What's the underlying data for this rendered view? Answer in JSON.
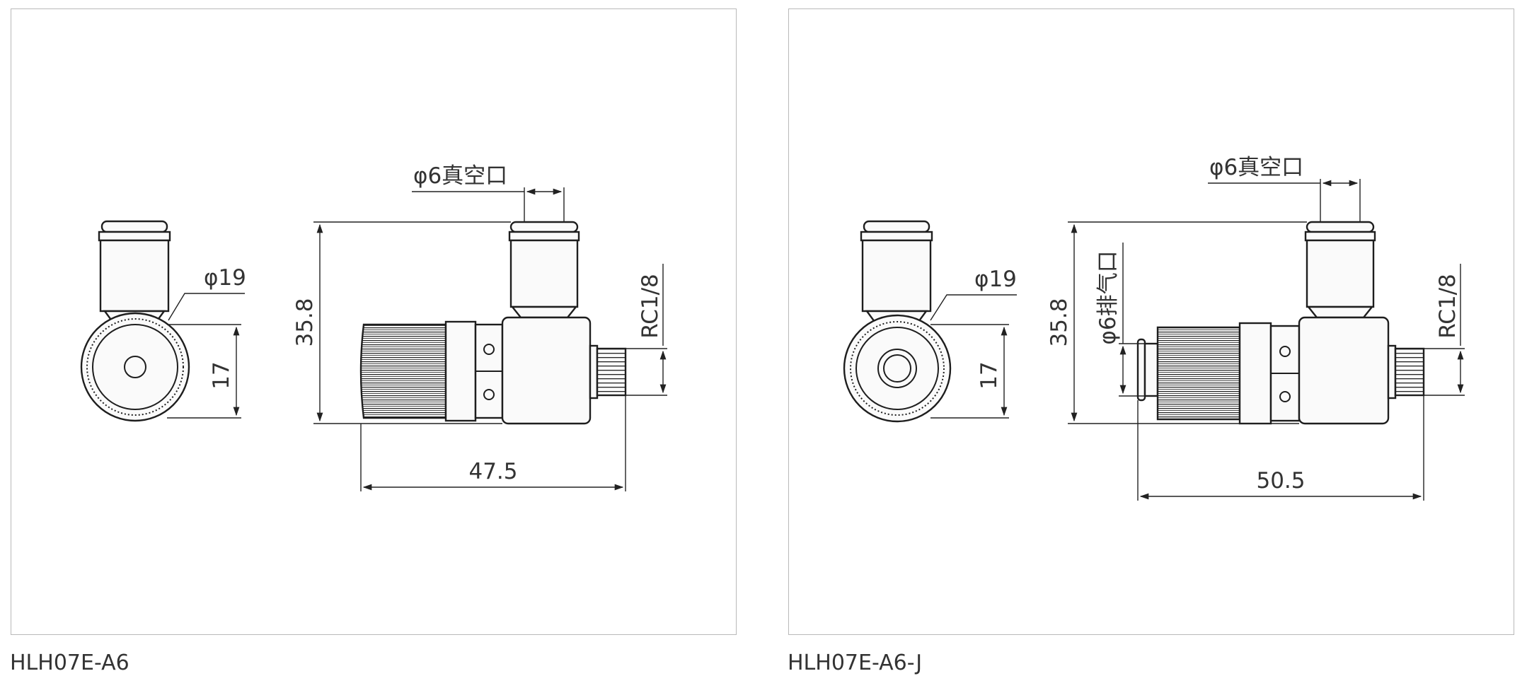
{
  "drawings": [
    {
      "model": "HLH07E-A6",
      "labels": {
        "vacuum_port": "φ6真空口",
        "front_diameter": "φ19",
        "front_height": "17",
        "total_height": "35.8",
        "length": "47.5",
        "thread": "RC1/8"
      }
    },
    {
      "model": "HLH07E-A6-J",
      "labels": {
        "vacuum_port": "φ6真空口",
        "front_diameter": "φ19",
        "front_height": "17",
        "total_height": "35.8",
        "exhaust_port": "φ6排气口",
        "length": "50.5",
        "thread": "RC1/8"
      }
    }
  ]
}
